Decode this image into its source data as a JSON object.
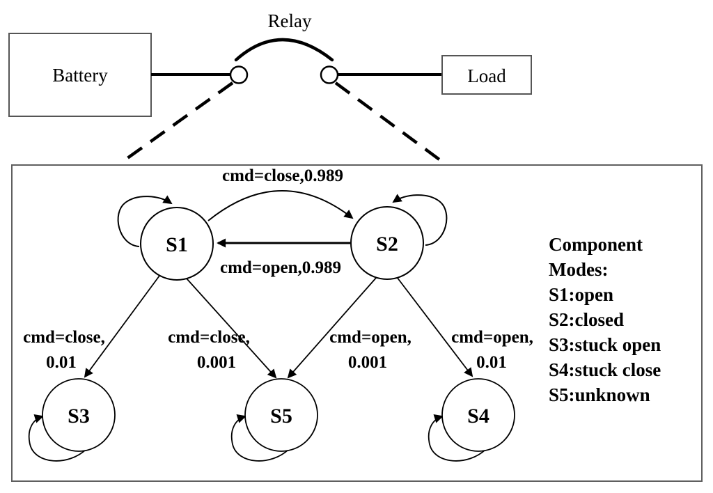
{
  "circuit": {
    "battery_label": "Battery",
    "relay_label": "Relay",
    "load_label": "Load"
  },
  "state_machine": {
    "states": [
      {
        "id": "S1",
        "label": "S1"
      },
      {
        "id": "S2",
        "label": "S2"
      },
      {
        "id": "S3",
        "label": "S3"
      },
      {
        "id": "S4",
        "label": "S4"
      },
      {
        "id": "S5",
        "label": "S5"
      }
    ],
    "transitions": {
      "s1_s2": {
        "label": "cmd=close,0.989"
      },
      "s2_s1": {
        "label": "cmd=open,0.989"
      },
      "s1_s3": {
        "line1": "cmd=close,",
        "line2": "0.01"
      },
      "s1_s5": {
        "line1": "cmd=close,",
        "line2": "0.001"
      },
      "s2_s5": {
        "line1": "cmd=open,",
        "line2": "0.001"
      },
      "s2_s4": {
        "line1": "cmd=open,",
        "line2": "0.01"
      }
    },
    "legend": {
      "title_line1": "Component",
      "title_line2": "Modes:",
      "items": [
        "S1:open",
        "S2:closed",
        "S3:stuck open",
        "S4:stuck close",
        "S5:unknown"
      ]
    }
  },
  "colors": {
    "ink": "#000000",
    "panel_border": "#5f5f5f",
    "box_border": "#555555",
    "background": "#ffffff"
  }
}
